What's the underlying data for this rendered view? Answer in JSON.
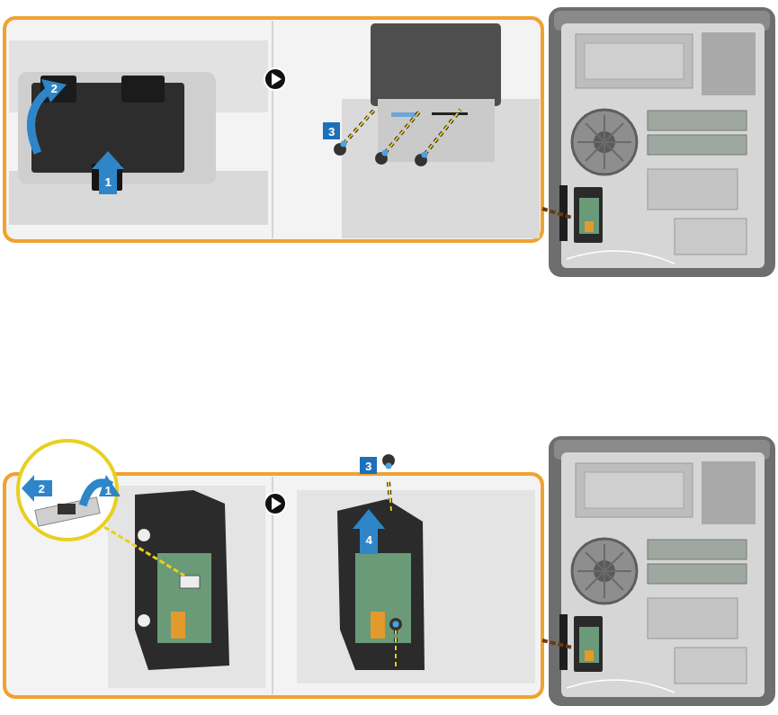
{
  "diagram": {
    "labels": [
      "1",
      "2",
      "3",
      "2",
      "1",
      "3",
      "4"
    ]
  }
}
